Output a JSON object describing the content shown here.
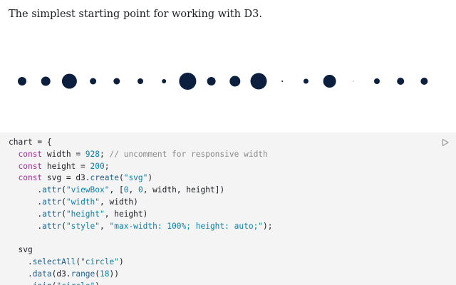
{
  "intro_text": "The simplest starting point for working with D3.",
  "chart_data": {
    "type": "scatter",
    "count": 18,
    "fill": "#0c1f3f",
    "radii": [
      6,
      6.5,
      10.5,
      4.5,
      4.5,
      4,
      3,
      12,
      6,
      7.5,
      11.5,
      1,
      3.5,
      9,
      0.5,
      4,
      5,
      5
    ],
    "title": "",
    "xlabel": "",
    "ylabel": ""
  },
  "code_cell": {
    "run_icon": "play-triangle-icon",
    "lines": [
      [
        {
          "t": "chart = {",
          "c": "plain"
        }
      ],
      [
        {
          "t": "  ",
          "c": "plain"
        },
        {
          "t": "const",
          "c": "keyword"
        },
        {
          "t": " width = ",
          "c": "plain"
        },
        {
          "t": "928",
          "c": "number"
        },
        {
          "t": "; ",
          "c": "plain"
        },
        {
          "t": "// uncomment for responsive width",
          "c": "comment"
        }
      ],
      [
        {
          "t": "  ",
          "c": "plain"
        },
        {
          "t": "const",
          "c": "keyword"
        },
        {
          "t": " height = ",
          "c": "plain"
        },
        {
          "t": "200",
          "c": "number"
        },
        {
          "t": ";",
          "c": "plain"
        }
      ],
      [
        {
          "t": "  ",
          "c": "plain"
        },
        {
          "t": "const",
          "c": "keyword"
        },
        {
          "t": " svg = d3.",
          "c": "plain"
        },
        {
          "t": "create",
          "c": "method"
        },
        {
          "t": "(",
          "c": "plain"
        },
        {
          "t": "\"svg\"",
          "c": "string"
        },
        {
          "t": ")",
          "c": "plain"
        }
      ],
      [
        {
          "t": "      .",
          "c": "plain"
        },
        {
          "t": "attr",
          "c": "method"
        },
        {
          "t": "(",
          "c": "plain"
        },
        {
          "t": "\"viewBox\"",
          "c": "string"
        },
        {
          "t": ", [",
          "c": "plain"
        },
        {
          "t": "0",
          "c": "number"
        },
        {
          "t": ", ",
          "c": "plain"
        },
        {
          "t": "0",
          "c": "number"
        },
        {
          "t": ", width, height])",
          "c": "plain"
        }
      ],
      [
        {
          "t": "      .",
          "c": "plain"
        },
        {
          "t": "attr",
          "c": "method"
        },
        {
          "t": "(",
          "c": "plain"
        },
        {
          "t": "\"width\"",
          "c": "string"
        },
        {
          "t": ", width)",
          "c": "plain"
        }
      ],
      [
        {
          "t": "      .",
          "c": "plain"
        },
        {
          "t": "attr",
          "c": "method"
        },
        {
          "t": "(",
          "c": "plain"
        },
        {
          "t": "\"height\"",
          "c": "string"
        },
        {
          "t": ", height)",
          "c": "plain"
        }
      ],
      [
        {
          "t": "      .",
          "c": "plain"
        },
        {
          "t": "attr",
          "c": "method"
        },
        {
          "t": "(",
          "c": "plain"
        },
        {
          "t": "\"style\"",
          "c": "string"
        },
        {
          "t": ", ",
          "c": "plain"
        },
        {
          "t": "\"max-width: 100%; height: auto;\"",
          "c": "string"
        },
        {
          "t": ");",
          "c": "plain"
        }
      ],
      [
        {
          "t": "",
          "c": "plain"
        }
      ],
      [
        {
          "t": "  svg",
          "c": "plain"
        }
      ],
      [
        {
          "t": "    .",
          "c": "plain"
        },
        {
          "t": "selectAll",
          "c": "method"
        },
        {
          "t": "(",
          "c": "plain"
        },
        {
          "t": "\"circle\"",
          "c": "string"
        },
        {
          "t": ")",
          "c": "plain"
        }
      ],
      [
        {
          "t": "    .",
          "c": "plain"
        },
        {
          "t": "data",
          "c": "method"
        },
        {
          "t": "(d3.",
          "c": "plain"
        },
        {
          "t": "range",
          "c": "method"
        },
        {
          "t": "(",
          "c": "plain"
        },
        {
          "t": "18",
          "c": "number"
        },
        {
          "t": "))",
          "c": "plain"
        }
      ],
      [
        {
          "t": "    .",
          "c": "plain"
        },
        {
          "t": "join",
          "c": "method"
        },
        {
          "t": "(",
          "c": "plain"
        },
        {
          "t": "\"circle\"",
          "c": "string"
        },
        {
          "t": ")",
          "c": "plain"
        }
      ]
    ]
  }
}
